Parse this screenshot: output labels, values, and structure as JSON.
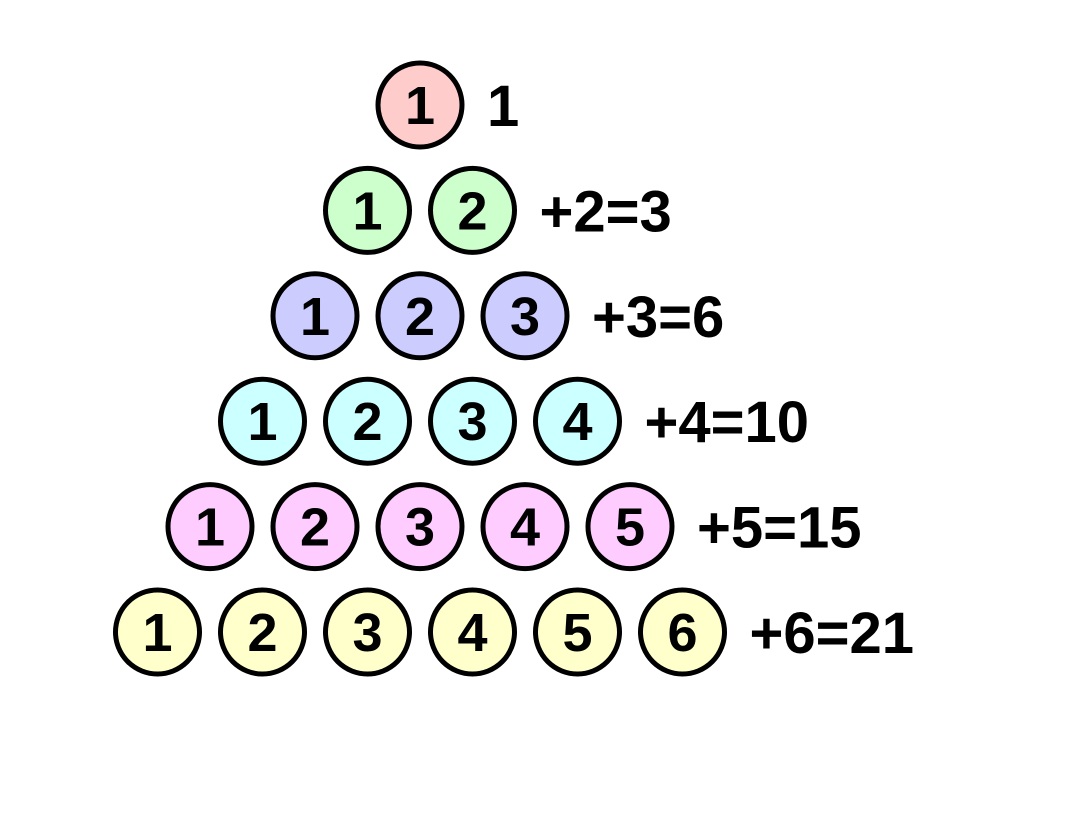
{
  "rows": [
    {
      "color": "#ffcccc",
      "numbers": [
        "1"
      ],
      "label": "1"
    },
    {
      "color": "#ccffcc",
      "numbers": [
        "1",
        "2"
      ],
      "label": "+2=3"
    },
    {
      "color": "#ccccff",
      "numbers": [
        "1",
        "2",
        "3"
      ],
      "label": "+3=6"
    },
    {
      "color": "#ccffff",
      "numbers": [
        "1",
        "2",
        "3",
        "4"
      ],
      "label": "+4=10"
    },
    {
      "color": "#ffccff",
      "numbers": [
        "1",
        "2",
        "3",
        "4",
        "5"
      ],
      "label": "+5=15"
    },
    {
      "color": "#ffffcc",
      "numbers": [
        "1",
        "2",
        "3",
        "4",
        "5",
        "6"
      ],
      "label": "+6=21"
    }
  ]
}
